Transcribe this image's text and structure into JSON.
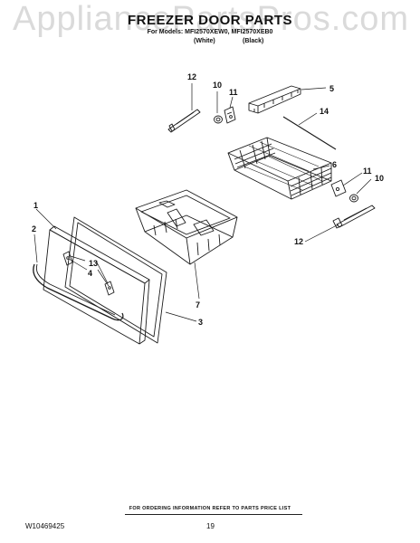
{
  "header": {
    "watermark": "AppliancePartsPros.com",
    "title": "FREEZER DOOR PARTS",
    "models": "For Models: MFI2570XEW0, MFI2570XEB0",
    "variant_white": "(White)",
    "variant_black": "(Black)"
  },
  "callouts": [
    "1",
    "2",
    "3",
    "4",
    "5",
    "6",
    "7",
    "10",
    "11",
    "12",
    "13",
    "14"
  ],
  "footer": {
    "note": "FOR ORDERING INFORMATION REFER TO PARTS PRICE LIST",
    "doc_number": "W10469425",
    "page_number": "19"
  },
  "colors": {
    "line": "#1a1a1a",
    "background": "#ffffff",
    "watermark": "#969696"
  }
}
